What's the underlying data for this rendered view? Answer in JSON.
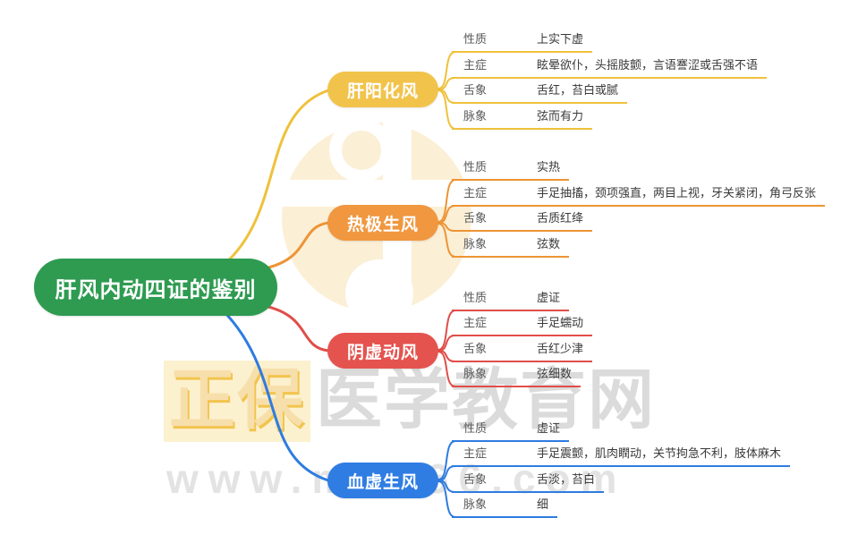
{
  "root": {
    "label": "肝风内动四证的鉴别"
  },
  "branches": [
    {
      "label": "肝阳化风",
      "color": "#F2C34B",
      "rows": [
        {
          "label": "性质",
          "value": "上实下虚"
        },
        {
          "label": "主症",
          "value": "眩晕欲仆，头摇肢颤，言语謇涩或舌强不语"
        },
        {
          "label": "舌象",
          "value": "舌红，苔白或腻"
        },
        {
          "label": "脉象",
          "value": "弦而有力"
        }
      ]
    },
    {
      "label": "热极生风",
      "color": "#F0973F",
      "rows": [
        {
          "label": "性质",
          "value": "实热"
        },
        {
          "label": "主症",
          "value": "手足抽搐，颈项强直，两目上视，牙关紧闭，角弓反张"
        },
        {
          "label": "舌象",
          "value": "舌质红绛"
        },
        {
          "label": "脉象",
          "value": "弦数"
        }
      ]
    },
    {
      "label": "阴虚动风",
      "color": "#E5534E",
      "rows": [
        {
          "label": "性质",
          "value": "虚证"
        },
        {
          "label": "主症",
          "value": "手足蠕动"
        },
        {
          "label": "舌象",
          "value": "舌红少津"
        },
        {
          "label": "脉象",
          "value": "弦细数"
        }
      ]
    },
    {
      "label": "血虚生风",
      "color": "#2F7DE3",
      "rows": [
        {
          "label": "性质",
          "value": "虚证"
        },
        {
          "label": "主症",
          "value": "手足震颤，肌肉瞤动，关节拘急不利，肢体麻木"
        },
        {
          "label": "舌象",
          "value": "舌淡，苔白"
        },
        {
          "label": "脉象",
          "value": "细"
        }
      ]
    }
  ],
  "watermark": {
    "brand_primary": "正保",
    "brand_secondary": "医学教育网",
    "url": "www.med66.com"
  },
  "colors": {
    "root_green": "#2E9B51",
    "branch_yellow": "#F2C34B",
    "branch_orange": "#F0973F",
    "branch_red": "#E5534E",
    "branch_blue": "#2F7DE3",
    "row_label_text": "#595959",
    "row_value_text": "#3A3A3A",
    "watermark_gold": "#F2C44E",
    "watermark_gray": "#DBDBDB",
    "logo_peach": "#F8E2B5"
  }
}
